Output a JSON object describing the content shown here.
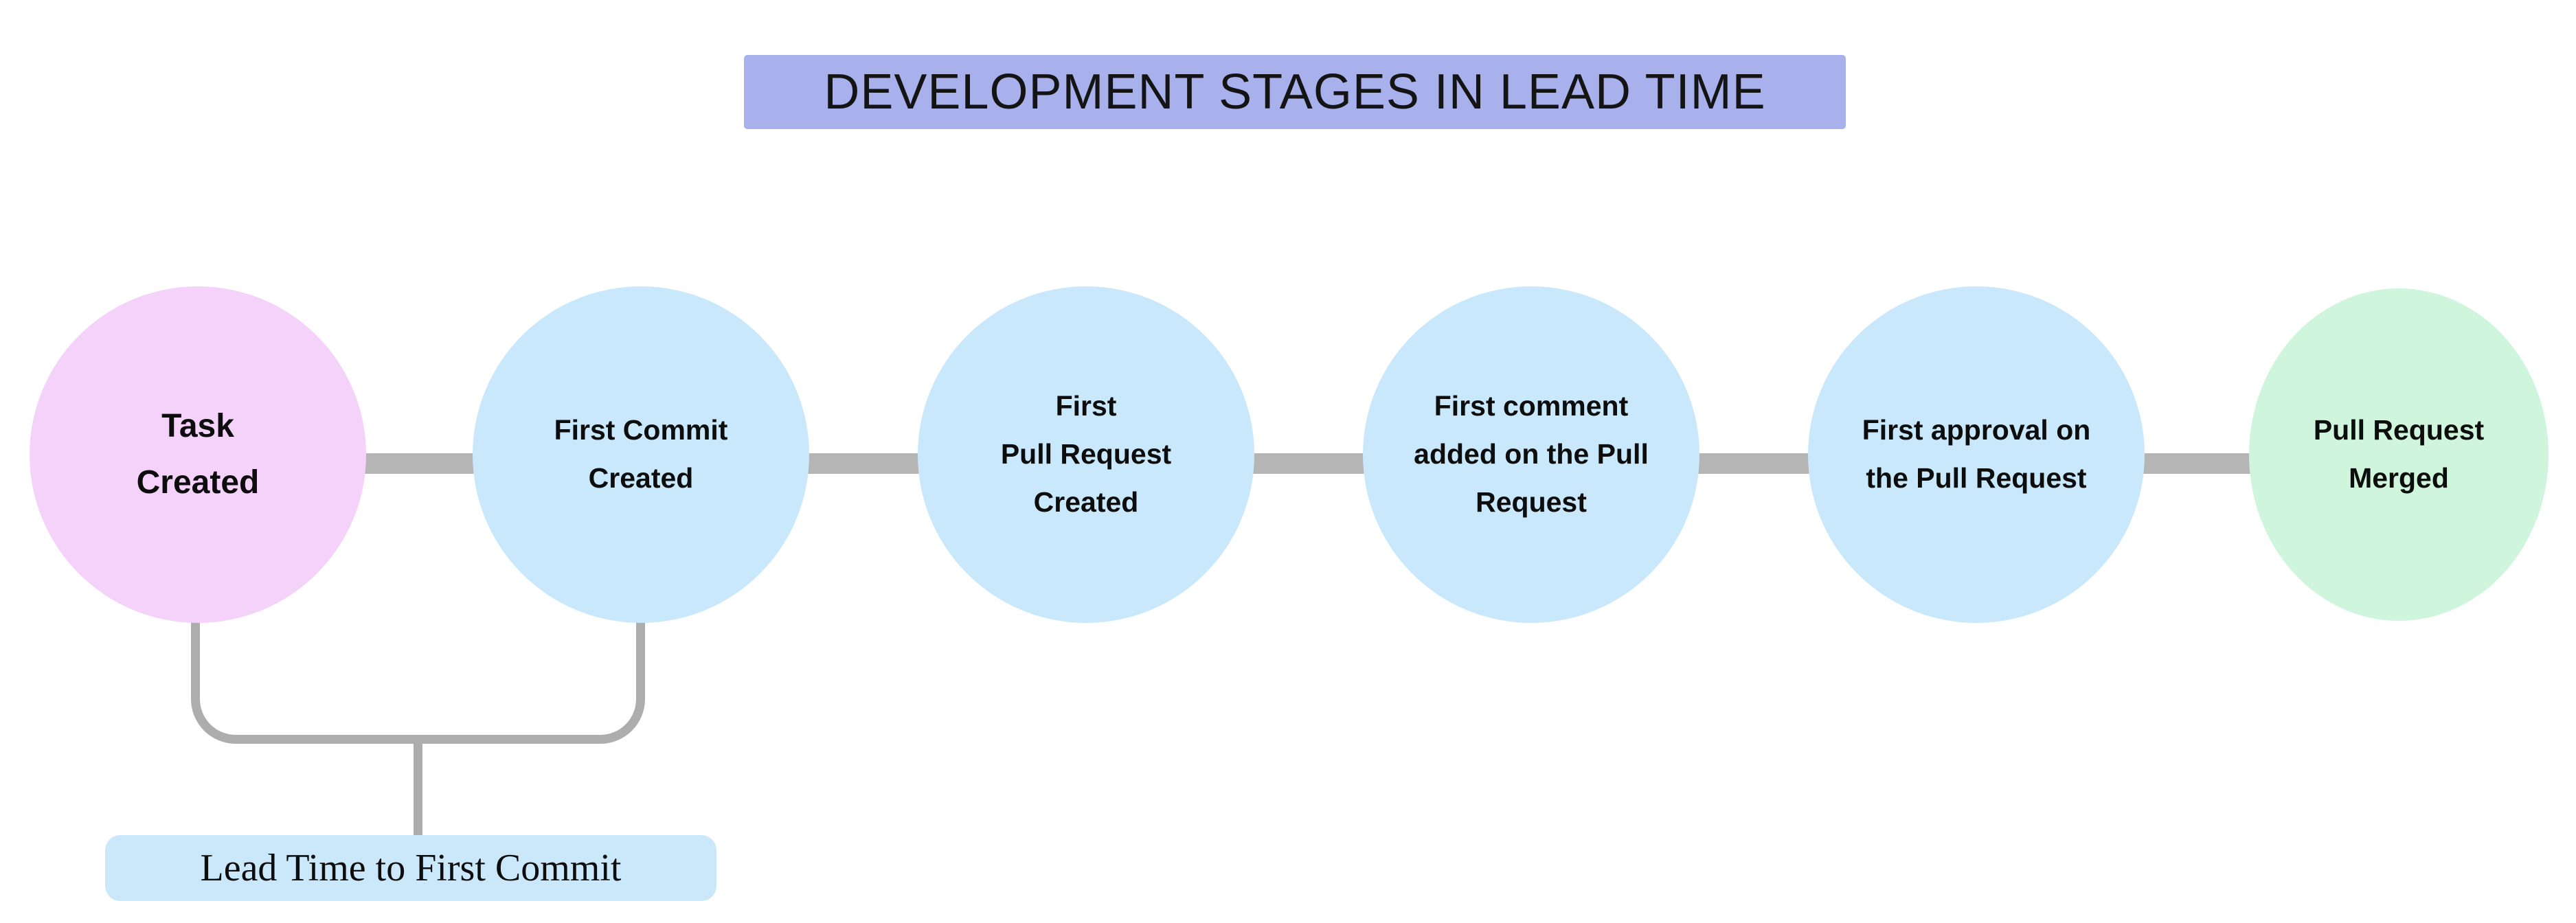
{
  "title": {
    "text": "DEVELOPMENT STAGES IN LEAD TIME",
    "bg_color": "#a8b1ec"
  },
  "stages": [
    {
      "name": "task-created",
      "label": "Task\nCreated",
      "fill": "#f4d2fa"
    },
    {
      "name": "first-commit-created",
      "label": "First Commit\nCreated",
      "fill": "#c9e8fb"
    },
    {
      "name": "first-pull-request-created",
      "label": "First\nPull Request\nCreated",
      "fill": "#c9e8fb"
    },
    {
      "name": "first-comment-added",
      "label": "First comment\nadded on the Pull\nRequest",
      "fill": "#c9e8fb"
    },
    {
      "name": "first-approval",
      "label": "First approval on\nthe Pull Request",
      "fill": "#c9e8fb"
    },
    {
      "name": "pull-request-merged",
      "label": "Pull Request\nMerged",
      "fill": "#cff5dd"
    }
  ],
  "connector_color": "#b5b5b5",
  "bracket": {
    "from_stage": "Task Created",
    "to_stage": "First Commit Created",
    "line_color": "#adadad"
  },
  "lead_time_label": {
    "text": "Lead Time to First Commit",
    "bg_color": "#cbe8fa"
  }
}
